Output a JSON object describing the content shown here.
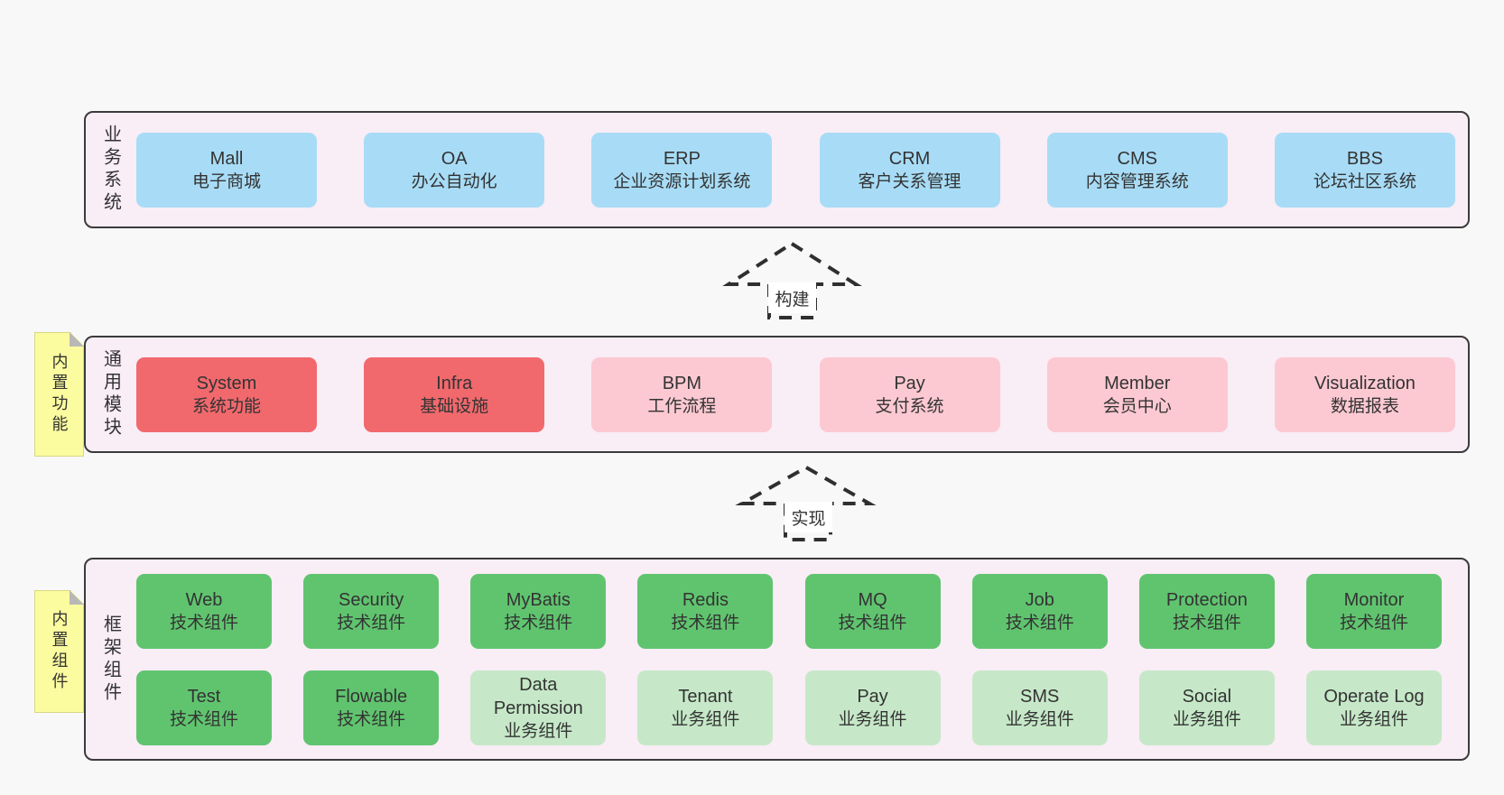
{
  "business": {
    "label": "业务系统",
    "boxes": [
      {
        "name": "Mall",
        "desc": "电子商城",
        "tone": "blue"
      },
      {
        "name": "OA",
        "desc": "办公自动化",
        "tone": "blue"
      },
      {
        "name": "ERP",
        "desc": "企业资源计划系统",
        "tone": "blue"
      },
      {
        "name": "CRM",
        "desc": "客户关系管理",
        "tone": "blue"
      },
      {
        "name": "CMS",
        "desc": "内容管理系统",
        "tone": "blue"
      },
      {
        "name": "BBS",
        "desc": "论坛社区系统",
        "tone": "blue"
      }
    ]
  },
  "modules": {
    "label": "通用模块",
    "sticky": "内置功能",
    "boxes": [
      {
        "name": "System",
        "desc": "系统功能",
        "tone": "red"
      },
      {
        "name": "Infra",
        "desc": "基础设施",
        "tone": "red"
      },
      {
        "name": "BPM",
        "desc": "工作流程",
        "tone": "pink"
      },
      {
        "name": "Pay",
        "desc": "支付系统",
        "tone": "pink"
      },
      {
        "name": "Member",
        "desc": "会员中心",
        "tone": "pink"
      },
      {
        "name": "Visualization",
        "desc": "数据报表",
        "tone": "pink"
      }
    ]
  },
  "components": {
    "label": "框架组件",
    "sticky": "内置组件",
    "row1": [
      {
        "name": "Web",
        "desc": "技术组件",
        "tone": "green"
      },
      {
        "name": "Security",
        "desc": "技术组件",
        "tone": "green"
      },
      {
        "name": "MyBatis",
        "desc": "技术组件",
        "tone": "green"
      },
      {
        "name": "Redis",
        "desc": "技术组件",
        "tone": "green"
      },
      {
        "name": "MQ",
        "desc": "技术组件",
        "tone": "green"
      },
      {
        "name": "Job",
        "desc": "技术组件",
        "tone": "green"
      },
      {
        "name": "Protection",
        "desc": "技术组件",
        "tone": "green"
      },
      {
        "name": "Monitor",
        "desc": "技术组件",
        "tone": "green"
      }
    ],
    "row2": [
      {
        "name": "Test",
        "desc": "技术组件",
        "tone": "green"
      },
      {
        "name": "Flowable",
        "desc": "技术组件",
        "tone": "green"
      },
      {
        "name": "Data Permission",
        "desc": "业务组件",
        "tone": "lightgreen"
      },
      {
        "name": "Tenant",
        "desc": "业务组件",
        "tone": "lightgreen"
      },
      {
        "name": "Pay",
        "desc": "业务组件",
        "tone": "lightgreen"
      },
      {
        "name": "SMS",
        "desc": "业务组件",
        "tone": "lightgreen"
      },
      {
        "name": "Social",
        "desc": "业务组件",
        "tone": "lightgreen"
      },
      {
        "name": "Operate Log",
        "desc": "业务组件",
        "tone": "lightgreen"
      }
    ]
  },
  "arrows": {
    "build": "构建",
    "implement": "实现"
  },
  "colors": {
    "page_bg": "#f8f8f8",
    "band_bg": "#f9edf6",
    "band_border": "#3b3b3b",
    "blue_box": "#a8dcf6",
    "red_box": "#f1696d",
    "pink_box": "#fcc9d2",
    "green_box": "#60c46f",
    "light_green_box": "#c6e8c8",
    "sticky_bg": "#fbfb9f",
    "sticky_fold": "#b8b8b8",
    "arrow_stroke": "#2f2f2f",
    "text": "#333333"
  }
}
